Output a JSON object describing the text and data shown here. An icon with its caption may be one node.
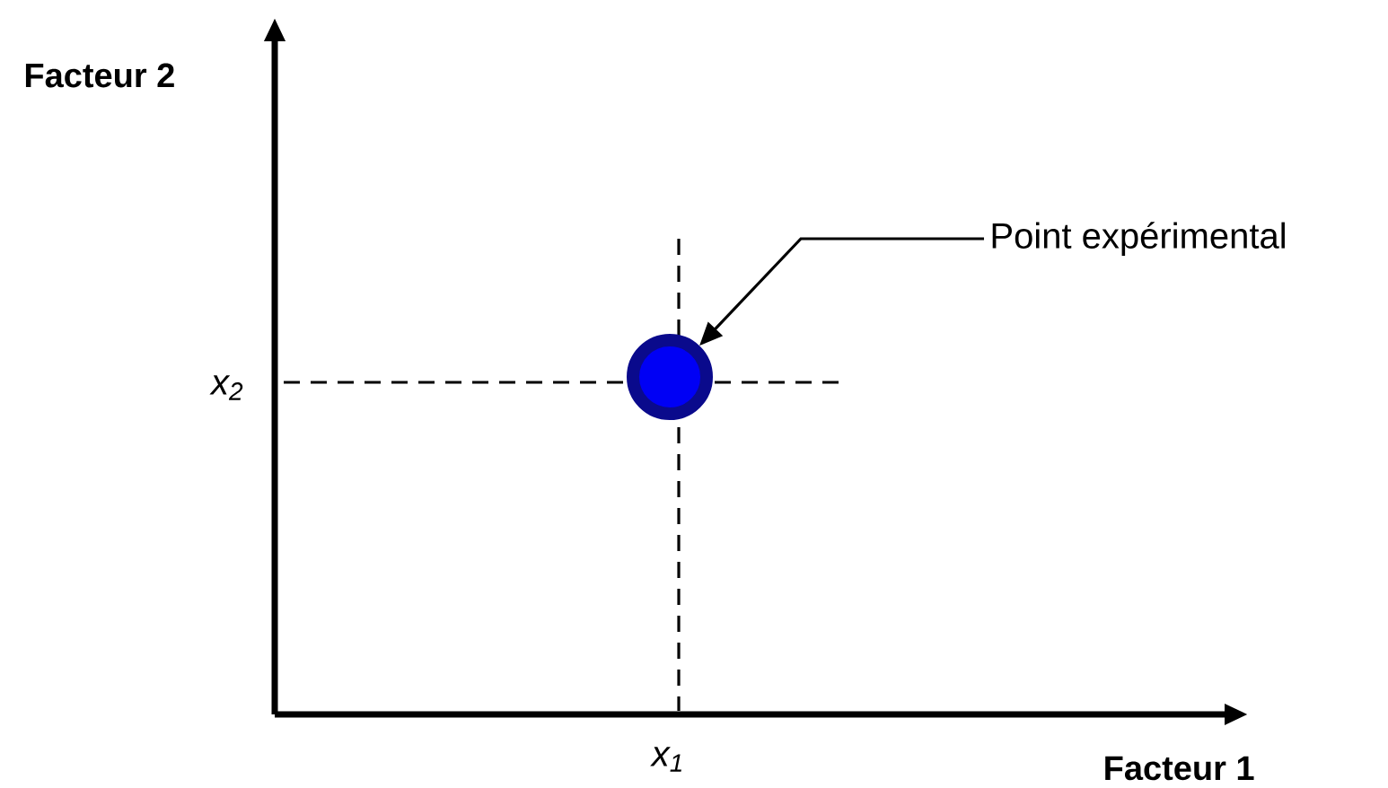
{
  "diagram": {
    "nodes": [
      {
        "text": [
          "Point expérimental"
        ]
      },
      {
        "text": [],
        "shape": "circle"
      }
    ],
    "edges": [
      {
        "from": 0,
        "to": 1,
        "arrow": "to"
      }
    ],
    "labels": [
      "Facteur 2",
      "x$_{2}$",
      "x$_{1}$",
      "Facteur 1"
    ]
  }
}
